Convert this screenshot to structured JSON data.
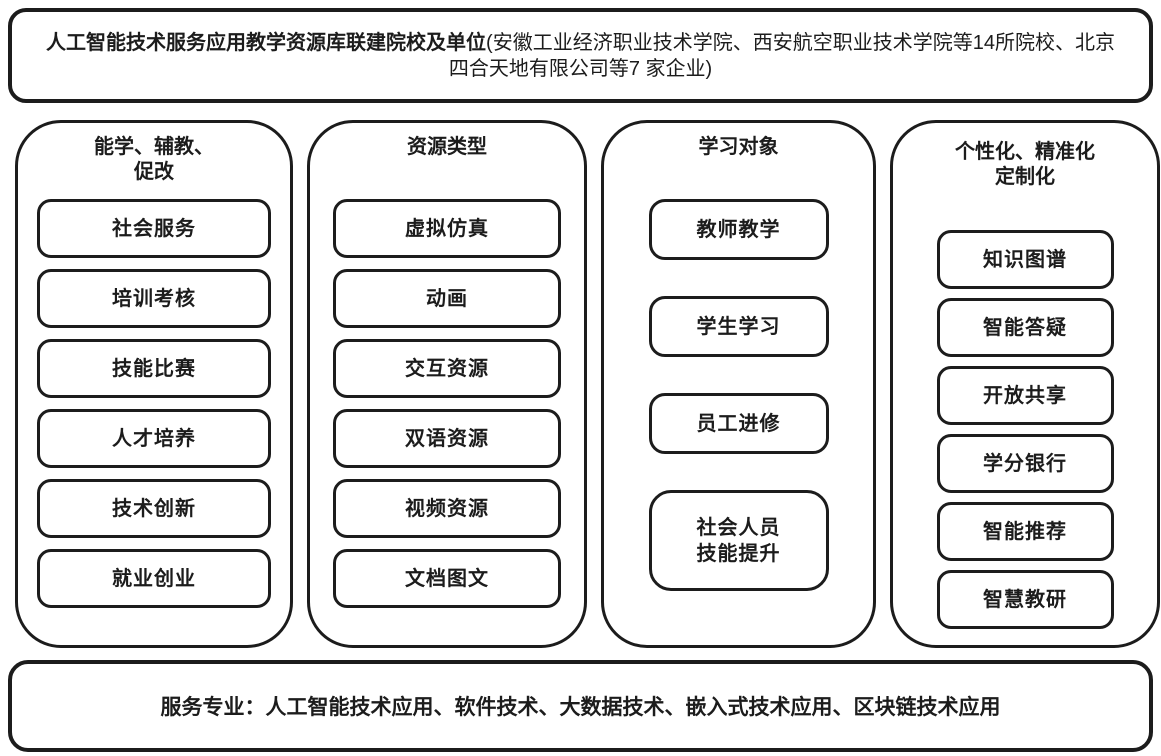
{
  "header": {
    "title_bold": "人工智能技术服务应用教学资源库联建院校及单位",
    "title_detail": "(安徽工业经济职业技术学院、西安航空职业技术学院等14所院校、北京四合天地有限公司等7 家企业)"
  },
  "columns": [
    {
      "title": "能学、辅教、\n促改",
      "items": [
        "社会服务",
        "培训考核",
        "技能比赛",
        "人才培养",
        "技术创新",
        "就业创业"
      ]
    },
    {
      "title": "资源类型",
      "items": [
        "虚拟仿真",
        "动画",
        "交互资源",
        "双语资源",
        "视频资源",
        "文档图文"
      ]
    },
    {
      "title": "学习对象",
      "items": [
        "教师教学",
        "学生学习",
        "员工进修",
        "社会人员\n技能提升"
      ]
    },
    {
      "title": "个性化、精准化\n定制化",
      "items": [
        "知识图谱",
        "智能答疑",
        "开放共享",
        "学分银行",
        "智能推荐",
        "智慧教研"
      ]
    }
  ],
  "footer": {
    "text": "服务专业：人工智能技术应用、软件技术、大数据技术、嵌入式技术应用、区块链技术应用"
  },
  "colors": {
    "border": "#1c1c1c",
    "background": "#ffffff",
    "text": "#1c1c1c"
  }
}
